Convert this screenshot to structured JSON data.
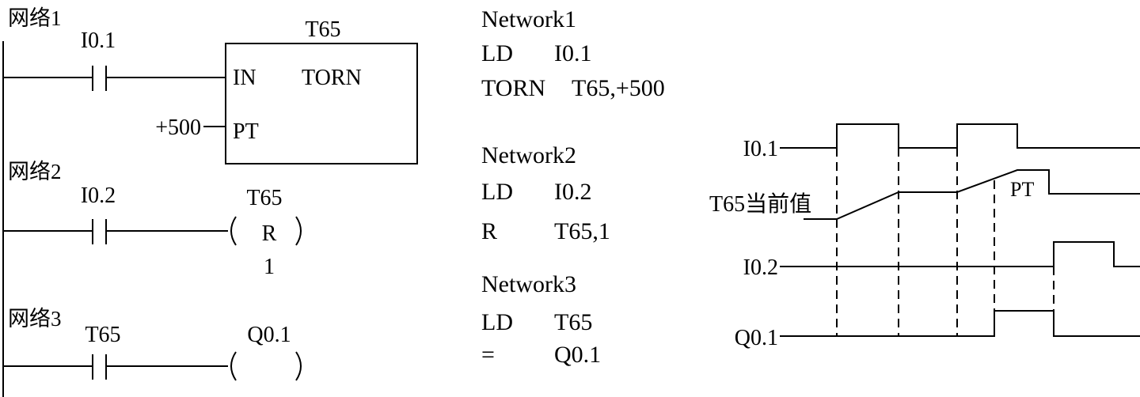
{
  "ladder": {
    "network1": {
      "title": "网络1",
      "contact": "I0.1",
      "timer": {
        "name": "T65",
        "in": "IN",
        "type": "TORN",
        "pt": "PT",
        "preset": "+500"
      }
    },
    "network2": {
      "title": "网络2",
      "contact": "I0.2",
      "coil": {
        "name": "T65",
        "label": "R",
        "count": "1"
      }
    },
    "network3": {
      "title": "网络3",
      "contact": "T65",
      "coil": {
        "name": "Q0.1"
      }
    }
  },
  "instructions": [
    {
      "header": "Network1",
      "lines": [
        {
          "op": "LD",
          "arg": "I0.1"
        },
        {
          "op": "TORN",
          "arg": "T65,+500"
        }
      ]
    },
    {
      "header": "Network2",
      "lines": [
        {
          "op": "LD",
          "arg": "I0.2"
        },
        {
          "op": "R",
          "arg": "T65,1"
        }
      ]
    },
    {
      "header": "Network3",
      "lines": [
        {
          "op": "LD",
          "arg": "T65"
        },
        {
          "op": "=",
          "arg": "Q0.1"
        }
      ]
    }
  ],
  "timing": {
    "signals": [
      {
        "label": "I0.1"
      },
      {
        "label": "T65当前值"
      },
      {
        "label": "I0.2"
      },
      {
        "label": "Q0.1"
      }
    ],
    "pt_label": "PT"
  }
}
